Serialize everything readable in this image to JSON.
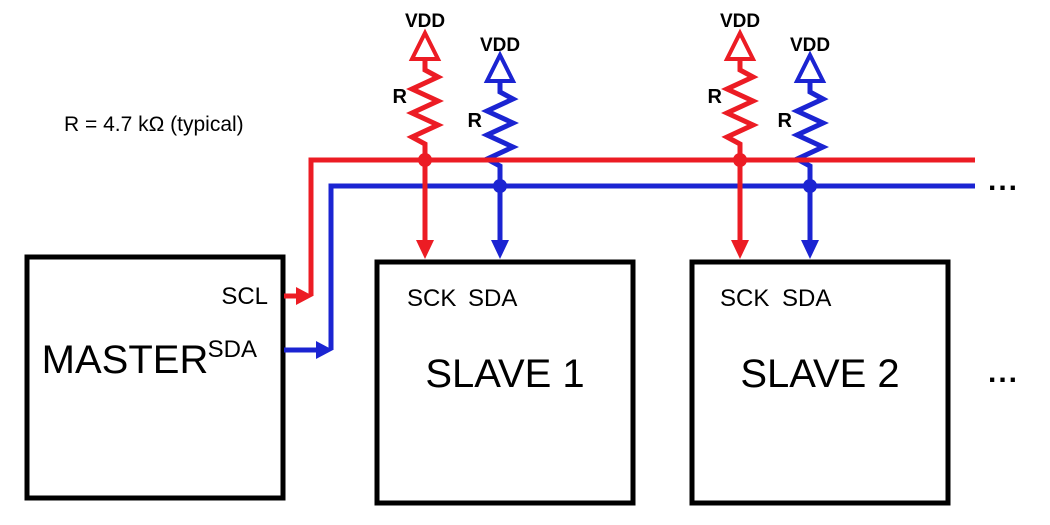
{
  "colors": {
    "scl_red": "#EC1C24",
    "sda_blue": "#1B24D2",
    "outline": "#000000"
  },
  "annotation": "R = 4.7 kΩ (typical)",
  "pullup": {
    "resistor_label": "R",
    "supply_label": "VDD"
  },
  "master": {
    "title": "MASTER",
    "scl_pin": "SCL",
    "sda_pin": "SDA"
  },
  "slave1": {
    "title": "SLAVE 1",
    "sck_pin": "SCK",
    "sda_pin": "SDA"
  },
  "slave2": {
    "title": "SLAVE 2",
    "sck_pin": "SCK",
    "sda_pin": "SDA"
  },
  "continuation": {
    "bus": "...",
    "devices": "..."
  }
}
